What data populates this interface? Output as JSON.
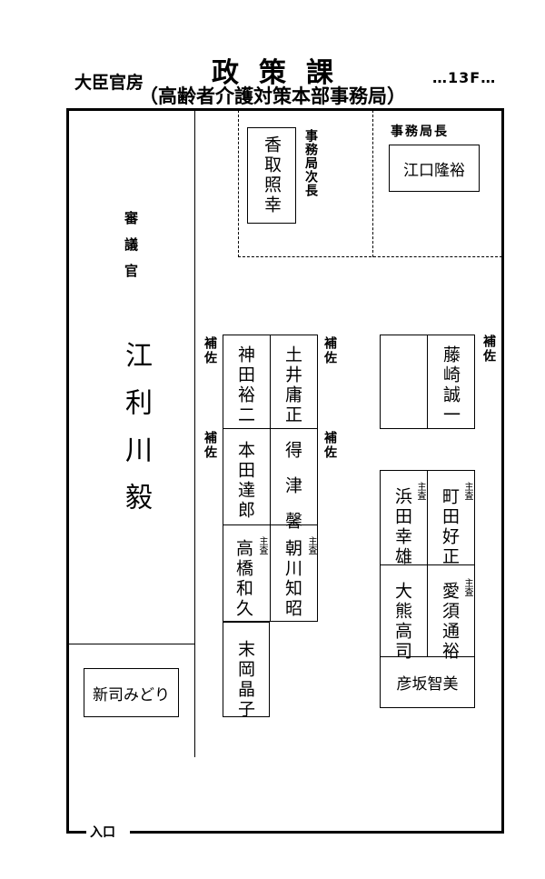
{
  "header": {
    "title": "政策課",
    "subtitle": "（高齢者介護対策本部事務局）",
    "ministry": "大臣官房",
    "floor": "…13F…"
  },
  "labels": {
    "shingikan_role": "審議官",
    "deputy_director_general": "事務局次長",
    "director_general": "事務局長",
    "hosa": "補佐",
    "shusa": "主査",
    "entrance": "入口"
  },
  "people": {
    "shingikan": "江利川毅",
    "deputy": "香取照幸",
    "director": "江口隆裕",
    "kanda": "神田裕二",
    "doi": "土井庸正",
    "honda": "本田達郎",
    "tokutsu": "得津馨",
    "takahashi": "高橋和久",
    "asakawa": "朝川知昭",
    "sueoka": "末岡晶子",
    "fujisaki": "藤崎誠一",
    "hamada": "浜田幸雄",
    "machida": "町田好正",
    "okuma": "大熊高司",
    "aisu": "愛須通裕",
    "hikosaka": "彦坂智美",
    "shinji": "新司みどり"
  }
}
